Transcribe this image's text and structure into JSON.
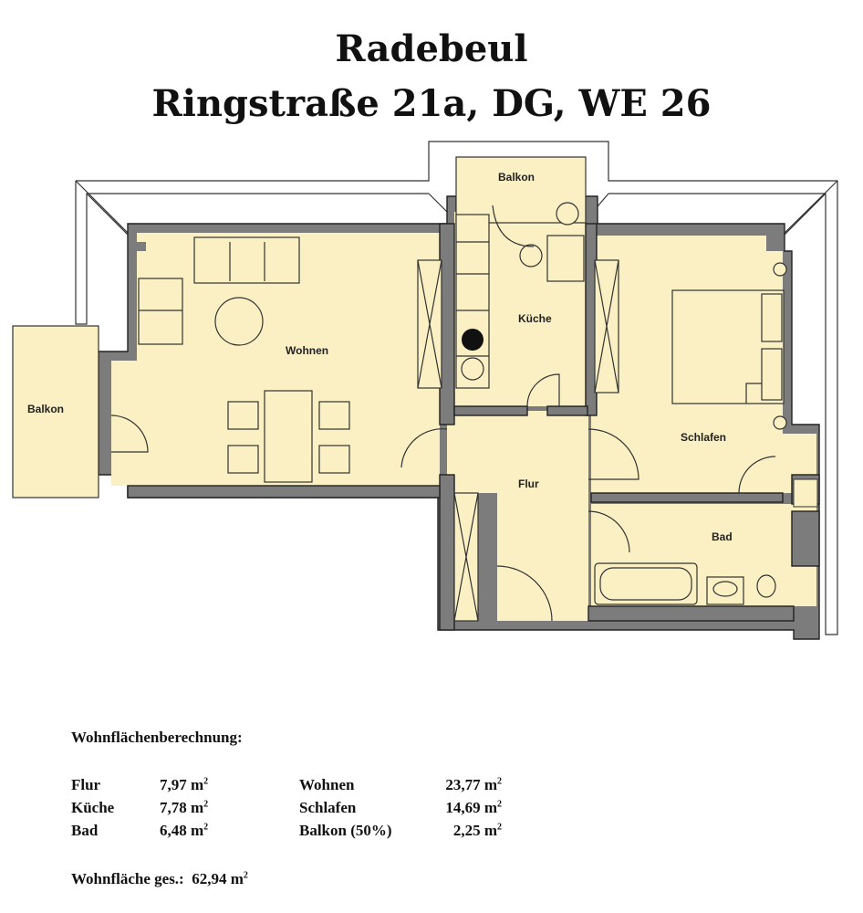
{
  "title": {
    "line1": "Radebeul",
    "line2": "Ringstraße 21a, DG, WE 26"
  },
  "rooms": {
    "balkon_top": "Balkon",
    "balkon_left": "Balkon",
    "wohnen": "Wohnen",
    "kueche": "Küche",
    "schlafen": "Schlafen",
    "flur": "Flur",
    "bad": "Bad"
  },
  "calculation": {
    "heading": "Wohnflächenberechnung:",
    "unit_main": "m",
    "unit_exp": "2",
    "left_column": [
      {
        "name": "Flur",
        "value": "7,97"
      },
      {
        "name": "Küche",
        "value": "7,78"
      },
      {
        "name": "Bad",
        "value": "6,48"
      }
    ],
    "right_column": [
      {
        "name": "Wohnen",
        "value": "23,77"
      },
      {
        "name": "Schlafen",
        "value": "14,69"
      },
      {
        "name": "Balkon (50%)",
        "value": "2,25"
      }
    ],
    "total_label": "Wohnfläche ges.:",
    "total_value": "62,94"
  },
  "colors": {
    "floor": "#fbf0c4",
    "wall": "#7c7c7c"
  }
}
